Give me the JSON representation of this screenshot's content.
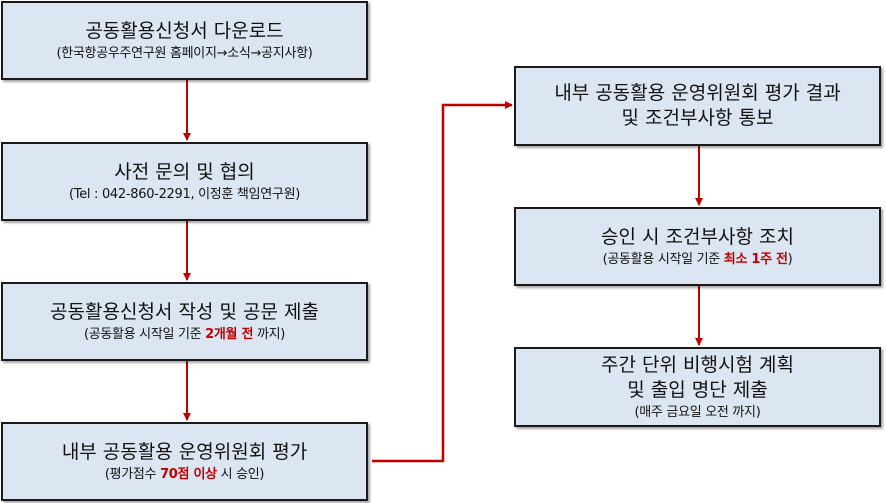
{
  "steps_left": [
    {
      "title": "공동활용신청서 다운로드",
      "sub": "(한국항공우주연구원 홈페이지→소식→공지사항)"
    },
    {
      "title": "사전 문의 및 협의",
      "sub": "(Tel : 042-860-2291, 이정훈 책임연구원)"
    },
    {
      "title": "공동활용신청서 작성 및 공문 제출",
      "sub_pre": "(공동활용 시작일 기준 ",
      "sub_hl": "2개월 전",
      "sub_post": " 까지)"
    },
    {
      "title": "내부 공동활용 운영위원회 평가",
      "sub_pre": "(평가점수 ",
      "sub_hl": "70점 이상",
      "sub_post": " 시 승인)"
    }
  ],
  "steps_right": [
    {
      "title1": "내부 공동활용 운영위원회 평가 결과",
      "title2": "및 조건부사항 통보"
    },
    {
      "title": "승인 시 조건부사항 조치",
      "sub_pre": "(공동활용 시작일 기준 ",
      "sub_hl": "최소 1주 전",
      "sub_post": ")"
    },
    {
      "title1": "주간 단위 비행시험 계획",
      "title2": "및 출입 명단 제출",
      "sub": "(매주 금요일 오전 까지)"
    }
  ],
  "colors": {
    "box_fill": "#dce6f2",
    "arrow": "#c00000",
    "highlight": "#c00000"
  }
}
